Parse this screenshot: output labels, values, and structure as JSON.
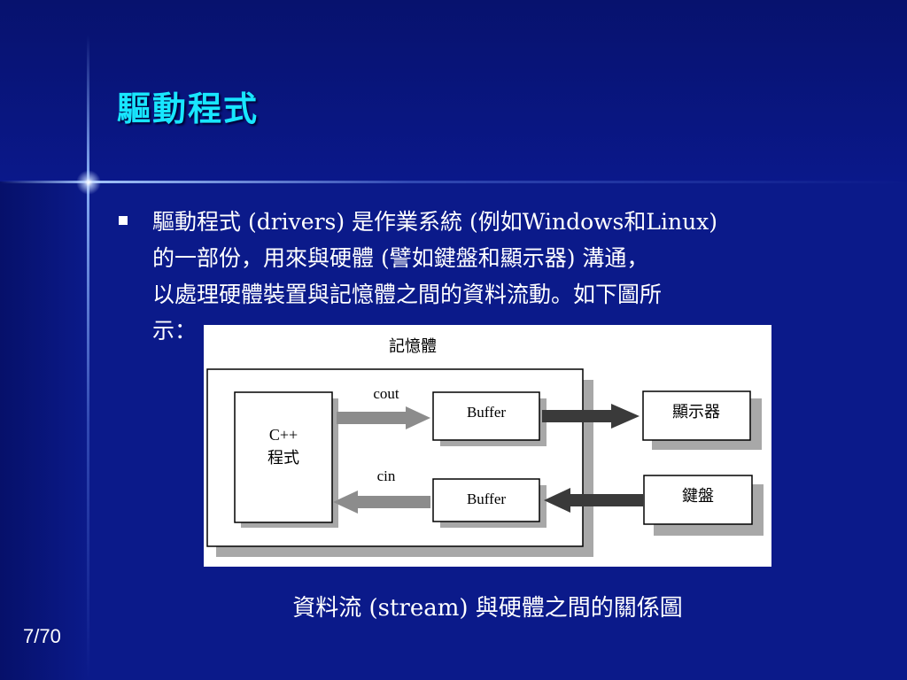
{
  "slide": {
    "title": "驅動程式",
    "bullet_lines": [
      "驅動程式 (drivers) 是作業系統 (例如Windows和Linux)",
      "的一部份，用來與硬體 (譬如鍵盤和顯示器) 溝通，",
      "以處理硬體裝置與記憶體之間的資料流動。如下圖所",
      "示："
    ],
    "caption": "資料流 (stream) 與硬體之間的關係圖",
    "page_number": "7/70"
  },
  "diagram": {
    "memory_label": "記憶體",
    "program_line1": "C++",
    "program_line2": "程式",
    "cout_label": "cout",
    "cin_label": "cin",
    "buffer_top_label": "Buffer",
    "buffer_bottom_label": "Buffer",
    "display_label": "顯示器",
    "keyboard_label": "鍵盤"
  },
  "colors": {
    "background": "#0b1a8a",
    "title": "#18e6ff",
    "text": "#ffffff"
  }
}
